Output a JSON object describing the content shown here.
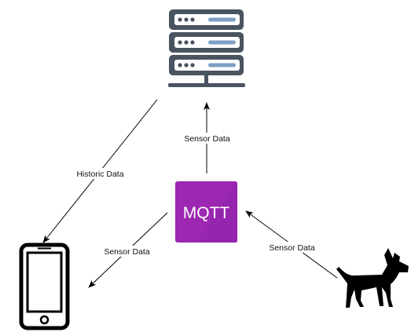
{
  "nodes": {
    "server": {
      "icon": "server-icon"
    },
    "broker": {
      "label": "MQTT",
      "icon": "mqtt-logo",
      "color": "#9c27b0"
    },
    "phone": {
      "icon": "smartphone-icon"
    },
    "dog": {
      "icon": "dog-icon"
    }
  },
  "edges": [
    {
      "from": "broker",
      "to": "server",
      "label": "Sensor Data"
    },
    {
      "from": "server",
      "to": "phone",
      "label": "Historic Data"
    },
    {
      "from": "broker",
      "to": "phone",
      "label": "Sensor Data"
    },
    {
      "from": "dog",
      "to": "broker",
      "label": "Sensor Data"
    }
  ],
  "colors": {
    "server_body": "#4a5360",
    "server_accent": "#7f9fc6",
    "arrow": "#000000"
  }
}
